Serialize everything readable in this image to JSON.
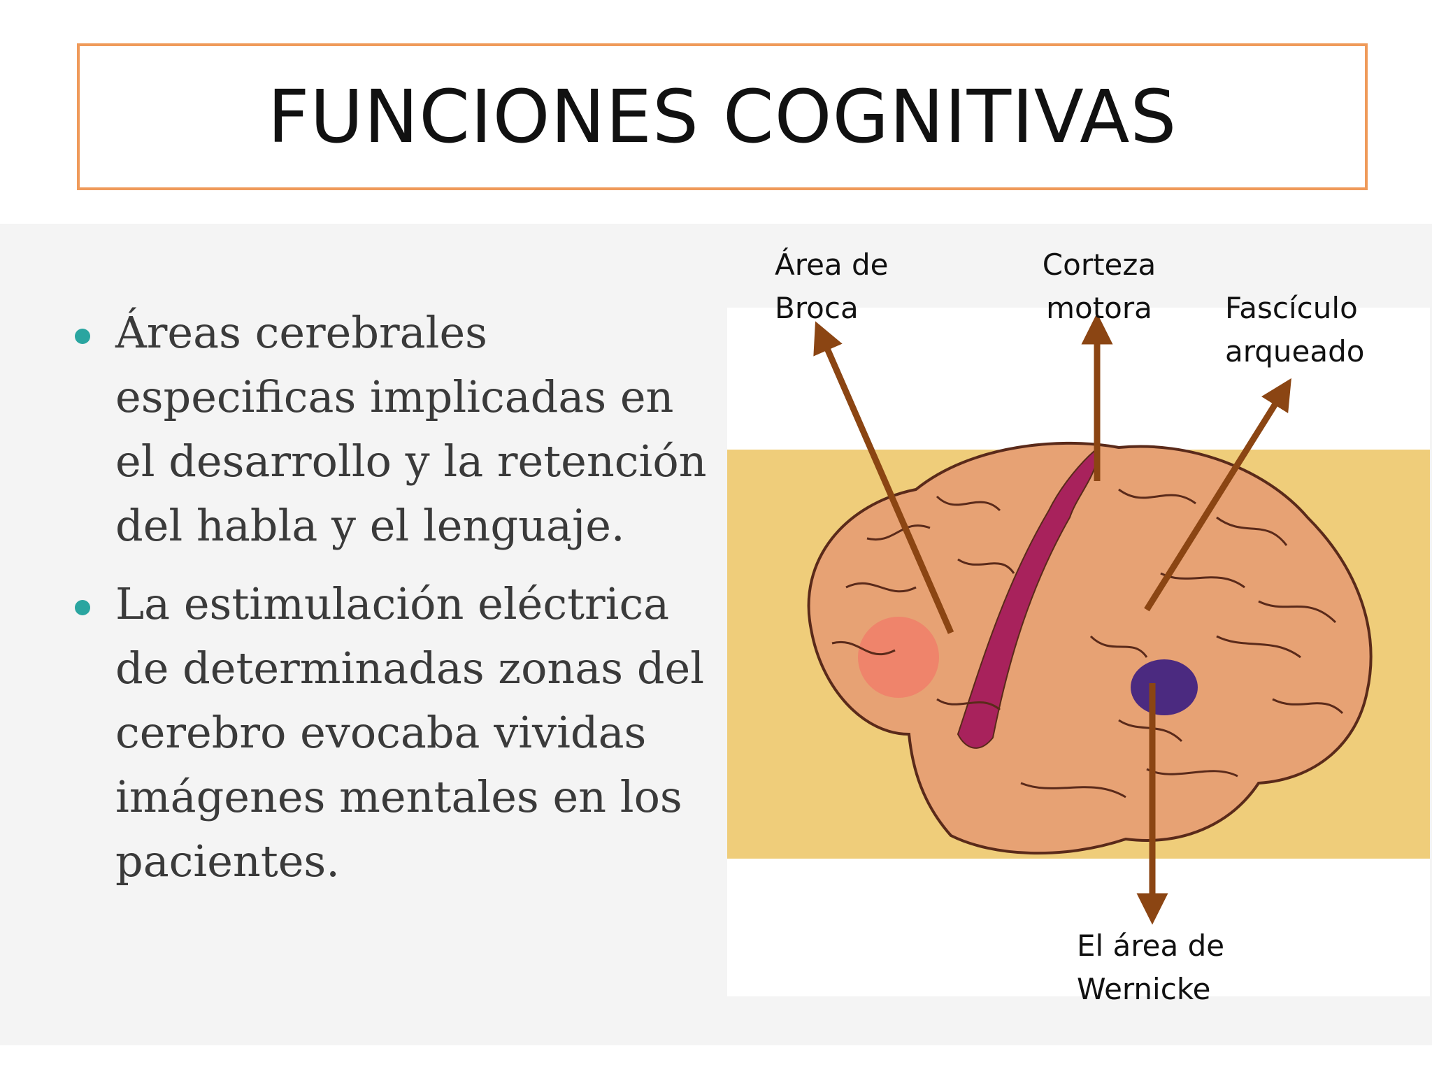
{
  "title": "FUNCIONES COGNITIVAS",
  "bullets": [
    "Áreas cerebrales especificas implicadas en el desarrollo y la retención del habla y el lenguaje.",
    "La estimulación eléctrica de determinadas zonas del cerebro evocaba vividas imágenes mentales en los pacientes."
  ],
  "diagram": {
    "labels": {
      "broca": "Área de Broca",
      "motor_cortex": "Corteza motora",
      "arcuate": "Fascículo arqueado",
      "wernicke": "El área de Wernicke"
    },
    "colors": {
      "accent_border": "#ef9a5a",
      "bullet": "#2aa5a0",
      "arrow": "#8b4513",
      "background": "#efcd7a",
      "brain": "#e7a274",
      "motor_cortex": "#a8225c",
      "broca": "#f07f6a",
      "wernicke": "#4b2a80"
    }
  }
}
